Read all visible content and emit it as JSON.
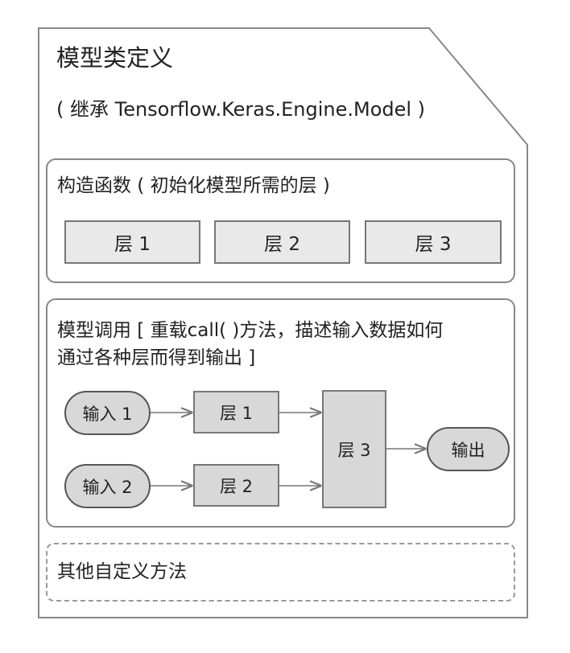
{
  "model_class": {
    "title": "模型类定义",
    "subtitle": "( 继承 Tensorflow.Keras.Engine.Model )"
  },
  "constructor": {
    "title": "构造函数 ( 初始化模型所需的层 )",
    "layers": [
      "层 1",
      "层 2",
      "层 3"
    ]
  },
  "call": {
    "title_line1": "模型调用 [ 重载call( )方法，描述输入数据如何",
    "title_line2": "通过各种层而得到输出 ]",
    "input1": "输入 1",
    "input2": "输入 2",
    "layer1": "层 1",
    "layer2": "层 2",
    "layer3": "层 3",
    "output": "输出"
  },
  "other": {
    "title": "其他自定义方法"
  },
  "colors": {
    "border": "#888888",
    "box_fill": "#e9e9e9",
    "node_fill": "#d8d8d8"
  }
}
